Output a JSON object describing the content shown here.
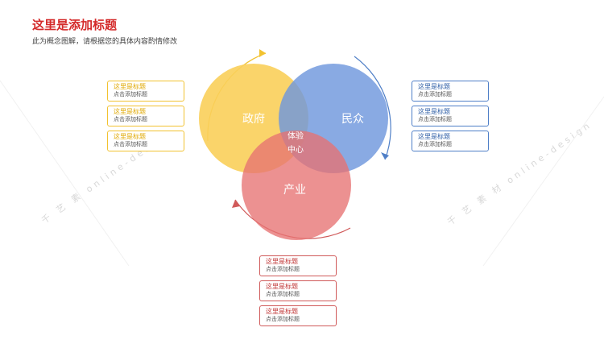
{
  "header": {
    "title": "这里是添加标题",
    "subtitle": "此为概念图解，请根据您的具体内容酌情修改"
  },
  "diagram": {
    "circles": {
      "government": {
        "label": "政府",
        "color": "#f9cf5a"
      },
      "people": {
        "label": "民众",
        "color": "#6f97dd"
      },
      "industry": {
        "label": "产业",
        "color": "#e77272"
      }
    },
    "center": {
      "line1": "体验",
      "line2": "中心"
    }
  },
  "left_boxes": [
    {
      "title": "这里是标题",
      "sub": "点击添加标题"
    },
    {
      "title": "这里是标题",
      "sub": "点击添加标题"
    },
    {
      "title": "这里是标题",
      "sub": "点击添加标题"
    }
  ],
  "right_boxes": [
    {
      "title": "这里是标题",
      "sub": "点击添加标题"
    },
    {
      "title": "这里是标题",
      "sub": "点击添加标题"
    },
    {
      "title": "这里是标题",
      "sub": "点击添加标题"
    }
  ],
  "bottom_boxes": [
    {
      "title": "这里是标题",
      "sub": "点击添加标题"
    },
    {
      "title": "这里是标题",
      "sub": "点击添加标题"
    },
    {
      "title": "这里是标题",
      "sub": "点击添加标题"
    }
  ],
  "watermark": {
    "left": "千 艺 素 online-design",
    "right": "千 艺 素 材 online-design"
  },
  "colors": {
    "title": "#d42a2a",
    "yellow": "#f9cf5a",
    "blue": "#6f97dd",
    "red": "#e77272"
  }
}
